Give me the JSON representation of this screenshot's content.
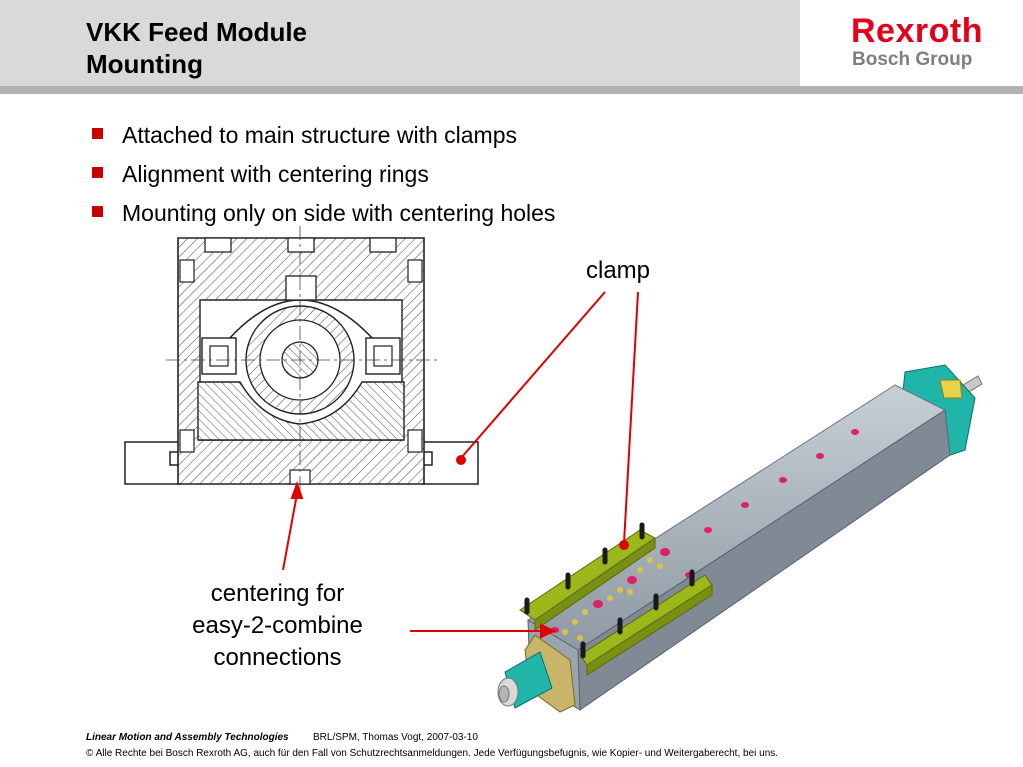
{
  "header": {
    "title_line1": "VKK Feed Module",
    "title_line2": "Mounting"
  },
  "logo": {
    "brand": "Rexroth",
    "group": "Bosch Group"
  },
  "bullets": [
    "Attached to main structure with clamps",
    "Alignment with centering rings",
    "Mounting only on side with centering holes"
  ],
  "annotations": {
    "clamp": "clamp",
    "centering_line1": "centering for",
    "centering_line2": "easy-2-combine",
    "centering_line3": "connections"
  },
  "footer": {
    "division": "Linear Motion and Assembly Technologies",
    "reference": "BRL/SPM, Thomas Vogt, 2007-03-10",
    "copyright": "© Alle Rechte bei Bosch Rexroth AG, auch für den Fall von Schutzrechtsanmeldungen. Jede Verfügungsbefugnis, wie Kopier- und Weitergaberecht, bei uns."
  },
  "colors": {
    "brand_red": "#e2001a",
    "bullet_red": "#cc0000",
    "header_gray": "#d9d9d9",
    "arrow_red": "#e00000",
    "clamp_green": "#9bb71a",
    "body_gray": "#a9b3bd",
    "end_cap_teal": "#1fb5a8"
  },
  "icons": {
    "bullet": "square-bullet-icon"
  }
}
